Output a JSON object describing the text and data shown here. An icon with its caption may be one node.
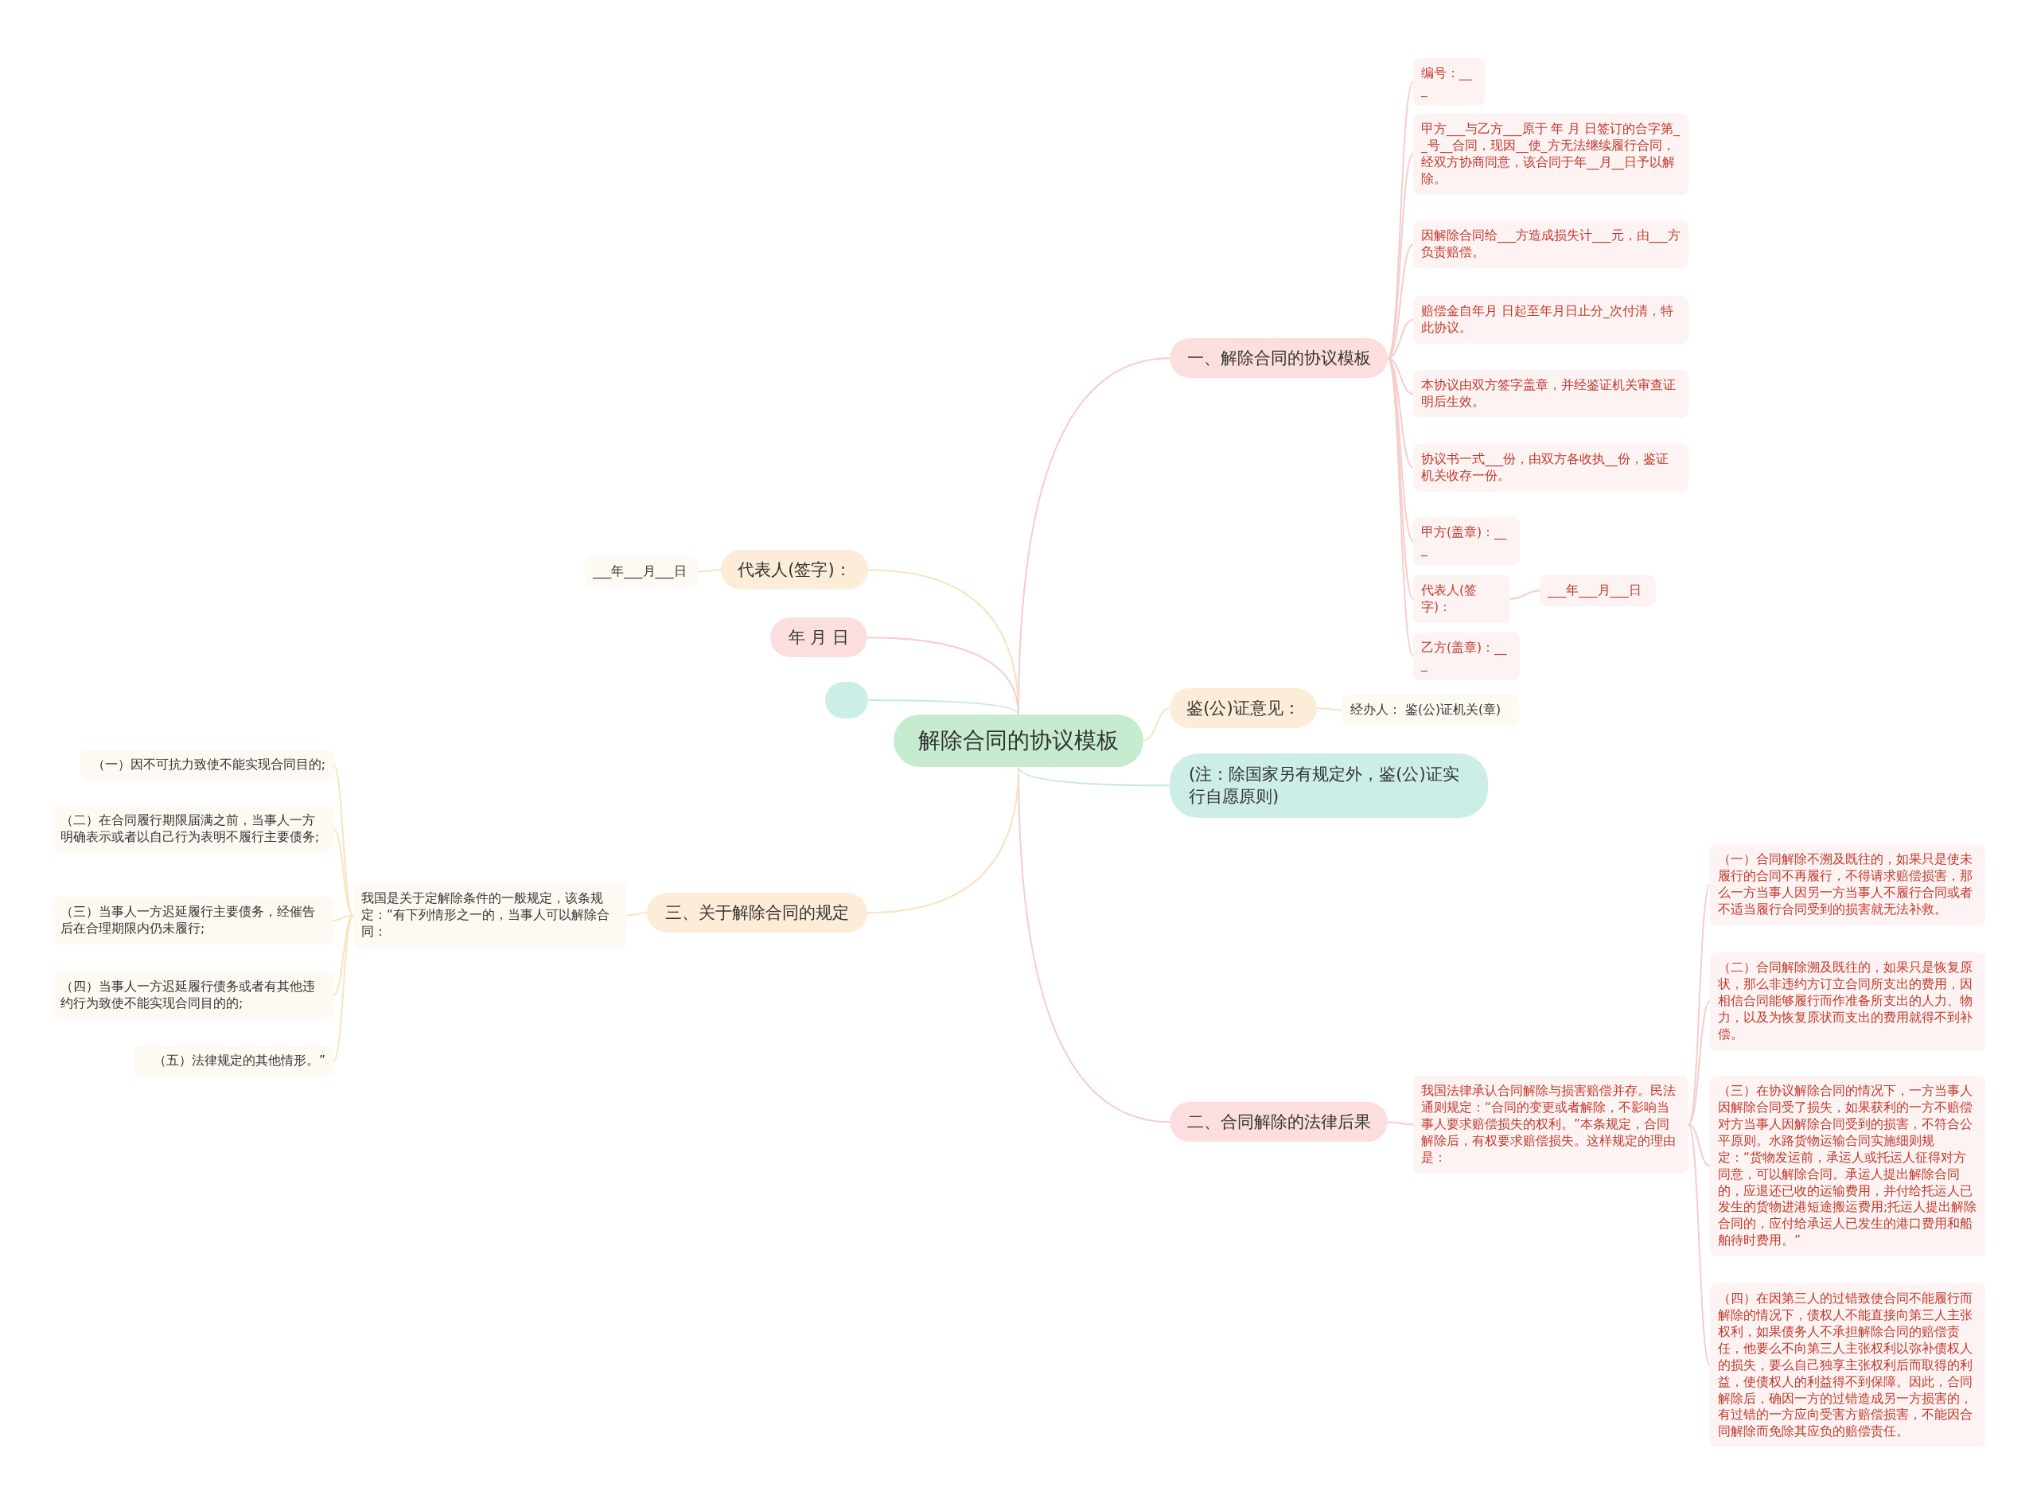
{
  "diagram": {
    "nodes": [
      {
        "text": [
          "解除合同的协议模板"
        ]
      },
      {
        "text": [
          "一、解除合同的协议模板"
        ]
      },
      {
        "text": [
          "编号：___"
        ]
      },
      {
        "text": [
          "甲方___与乙方___原于 年 月 日签订的合字第__号__合同，现因__使_方无法继续履行合同，经双方协商同意，该合同于年__月__日予以解除。"
        ]
      },
      {
        "text": [
          "因解除合同给___方造成损失计___元，由___方负责赔偿。"
        ]
      },
      {
        "text": [
          "赔偿金自年月 日起至年月日止分_次付清，特此协议。"
        ]
      },
      {
        "text": [
          "本协议由双方签字盖章，并经鉴证机关审查证明后生效。"
        ]
      },
      {
        "text": [
          "协议书一式___份，由双方各收执__份，鉴证机关收存一份。"
        ]
      },
      {
        "text": [
          "甲方(盖章)：___"
        ]
      },
      {
        "text": [
          "代表人(签字)："
        ]
      },
      {
        "text": [
          "___年___月___日"
        ]
      },
      {
        "text": [
          "乙方(盖章)：___"
        ]
      },
      {
        "text": [
          "鉴(公)证意见："
        ]
      },
      {
        "text": [
          "经办人： 鉴(公)证机关(章)"
        ]
      },
      {
        "text": [
          "(注：除国家另有规定外，鉴(公)证实行自愿原则)"
        ]
      },
      {
        "text": [
          "二、合同解除的法律后果"
        ]
      },
      {
        "text": [
          "我国法律承认合同解除与损害赔偿并存。民法通则规定：“合同的变更或者解除，不影响当事人要求赔偿损失的权利。”本条规定，合同解除后，有权要求赔偿损失。这样规定的理由是："
        ]
      },
      {
        "text": [
          "（一）合同解除不溯及既往的，如果只是使未履行的合同不再履行，不得请求赔偿损害，那么一方当事人因另一方当事人不履行合同或者不适当履行合同受到的损害就无法补救。"
        ]
      },
      {
        "text": [
          "（二）合同解除溯及既往的，如果只是恢复原状，那么非违约方订立合同所支出的费用，因相信合同能够履行而作准备所支出的人力、物力，以及为恢复原状而支出的费用就得不到补偿。"
        ]
      },
      {
        "text": [
          "（三）在协议解除合同的情况下，一方当事人因解除合同受了损失，如果获利的一方不赔偿对方当事人因解除合同受到的损害，不符合公平原则。水路货物运输合同实施细则规定：“货物发运前，承运人或托运人征得对方同意，可以解除合同。承运人提出解除合同的，应退还已收的运输费用，并付给托运人已发生的货物进港短途搬运费用;托运人提出解除合同的，应付给承运人已发生的港口费用和船舶待时费用。”"
        ]
      },
      {
        "text": [
          "（四）在因第三人的过错致使合同不能履行而解除的情况下，债权人不能直接向第三人主张权利，如果债务人不承担解除合同的赔偿责任，他要么不向第三人主张权利以弥补债权人的损失，要么自己独享主张权利后而取得的利益，使债权人的利益得不到保障。因此，合同解除后，确因一方的过错造成另一方损害的，有过错的一方应向受害方赔偿损害，不能因合同解除而免除其应负的赔偿责任。"
        ]
      },
      {
        "text": [
          "代表人(签字)："
        ]
      },
      {
        "text": [
          "___年___月___日"
        ]
      },
      {
        "text": [
          "年 月 日"
        ]
      },
      {
        "text": [],
        "shape": "box"
      },
      {
        "text": [
          "三、关于解除合同的规定"
        ]
      },
      {
        "text": [
          "我国是关于定解除条件的一般规定，该条规定：“有下列情形之一的，当事人可以解除合同："
        ]
      },
      {
        "text": [
          "（一）因不可抗力致使不能实现合同目的;"
        ]
      },
      {
        "text": [
          "（二）在合同履行期限届满之前，当事人一方明确表示或者以自己行为表明不履行主要债务;"
        ]
      },
      {
        "text": [
          "（三）当事人一方迟延履行主要债务，经催告后在合理期限内仍未履行;"
        ]
      },
      {
        "text": [
          "（四）当事人一方迟延履行债务或者有其他违约行为致使不能实现合同目的的;"
        ]
      },
      {
        "text": [
          "（五）法律规定的其他情形。”"
        ]
      }
    ],
    "edges": [
      {
        "from": 0,
        "to": 1,
        "arrow": "none"
      },
      {
        "from": 1,
        "to": 2,
        "arrow": "none"
      },
      {
        "from": 1,
        "to": 3,
        "arrow": "none"
      },
      {
        "from": 1,
        "to": 4,
        "arrow": "none"
      },
      {
        "from": 1,
        "to": 5,
        "arrow": "none"
      },
      {
        "from": 1,
        "to": 6,
        "arrow": "none"
      },
      {
        "from": 1,
        "to": 7,
        "arrow": "none"
      },
      {
        "from": 1,
        "to": 8,
        "arrow": "none"
      },
      {
        "from": 1,
        "to": 9,
        "arrow": "none"
      },
      {
        "from": 9,
        "to": 10,
        "arrow": "none"
      },
      {
        "from": 1,
        "to": 11,
        "arrow": "none"
      },
      {
        "from": 0,
        "to": 12,
        "arrow": "none",
        "color": "#fbe2c0"
      },
      {
        "from": 12,
        "to": 13,
        "arrow": "none",
        "color": "#fbe2c0"
      },
      {
        "from": 0,
        "to": 14,
        "arrow": "none",
        "color": "#bfe9df"
      },
      {
        "from": 0,
        "to": 15,
        "arrow": "none"
      },
      {
        "from": 15,
        "to": 16,
        "arrow": "none"
      },
      {
        "from": 16,
        "to": 17,
        "arrow": "none"
      },
      {
        "from": 16,
        "to": 18,
        "arrow": "none"
      },
      {
        "from": 16,
        "to": 19,
        "arrow": "none"
      },
      {
        "from": 16,
        "to": 20,
        "arrow": "none"
      },
      {
        "from": 0,
        "to": 21,
        "arrow": "none",
        "color": "#fbe2c0"
      },
      {
        "from": 21,
        "to": 22,
        "arrow": "none",
        "color": "#fbe2c0"
      },
      {
        "from": 0,
        "to": 23,
        "arrow": "none"
      },
      {
        "from": 0,
        "to": 24,
        "arrow": "none",
        "color": "#bfe9df"
      },
      {
        "from": 0,
        "to": 25,
        "arrow": "none",
        "color": "#fbe2c0"
      },
      {
        "from": 25,
        "to": 26,
        "arrow": "none",
        "color": "#fbe2c0"
      },
      {
        "from": 26,
        "to": 27,
        "arrow": "none",
        "color": "#fbe2c0"
      },
      {
        "from": 26,
        "to": 28,
        "arrow": "none",
        "color": "#fbe2c0"
      },
      {
        "from": 26,
        "to": 29,
        "arrow": "none",
        "color": "#fbe2c0"
      },
      {
        "from": 26,
        "to": 30,
        "arrow": "none",
        "color": "#fbe2c0"
      },
      {
        "from": 26,
        "to": 31,
        "arrow": "none",
        "color": "#fbe2c0"
      }
    ]
  }
}
